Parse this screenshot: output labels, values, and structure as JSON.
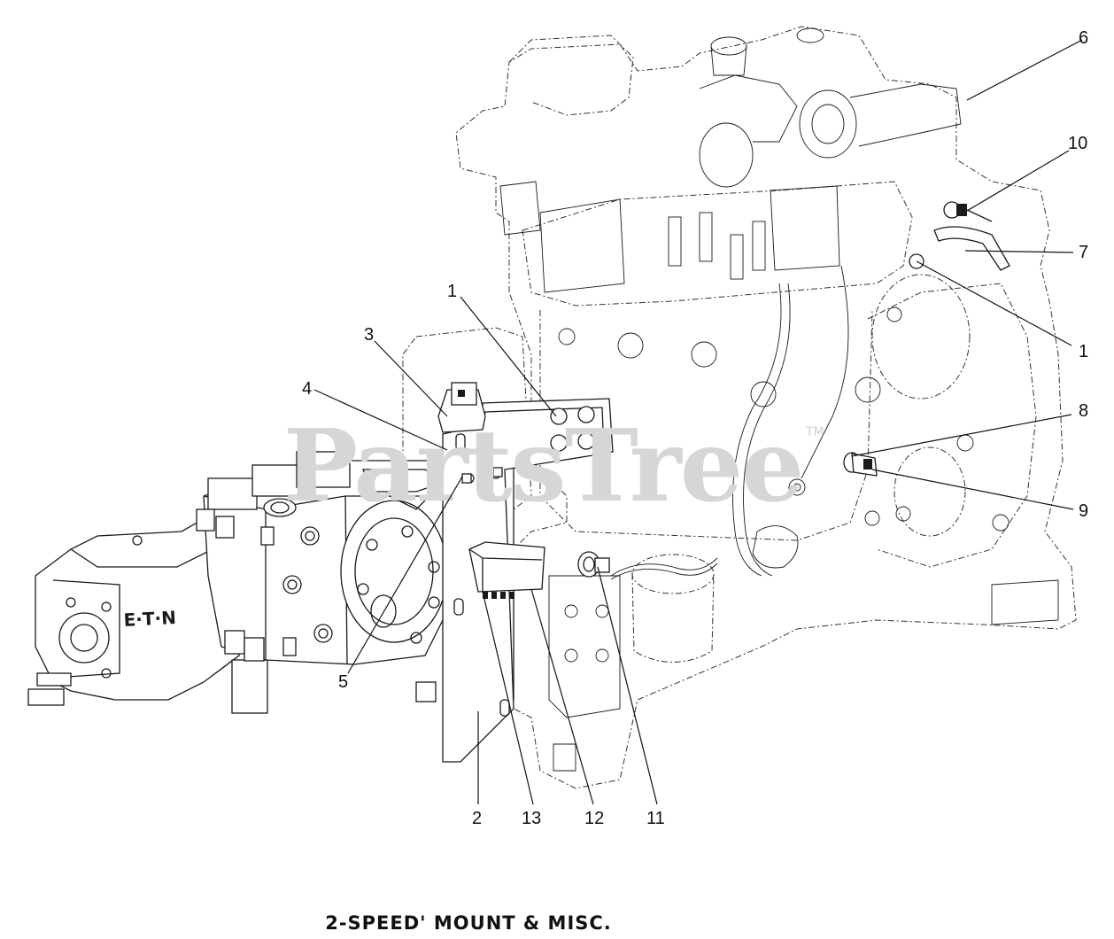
{
  "watermark": {
    "text": "PartsTree",
    "trademark": "TM"
  },
  "pump_brand_text": "E·T·N",
  "caption": "2-SPEED' MOUNT & MISC.",
  "callouts": [
    {
      "id": "callout-1-left",
      "label": "1"
    },
    {
      "id": "callout-2",
      "label": "2"
    },
    {
      "id": "callout-3",
      "label": "3"
    },
    {
      "id": "callout-4",
      "label": "4"
    },
    {
      "id": "callout-5",
      "label": "5"
    },
    {
      "id": "callout-6",
      "label": "6"
    },
    {
      "id": "callout-7",
      "label": "7"
    },
    {
      "id": "callout-1-right",
      "label": "1"
    },
    {
      "id": "callout-8",
      "label": "8"
    },
    {
      "id": "callout-9",
      "label": "9"
    },
    {
      "id": "callout-10",
      "label": "10"
    },
    {
      "id": "callout-11",
      "label": "11"
    },
    {
      "id": "callout-12",
      "label": "12"
    },
    {
      "id": "callout-13",
      "label": "13"
    }
  ]
}
